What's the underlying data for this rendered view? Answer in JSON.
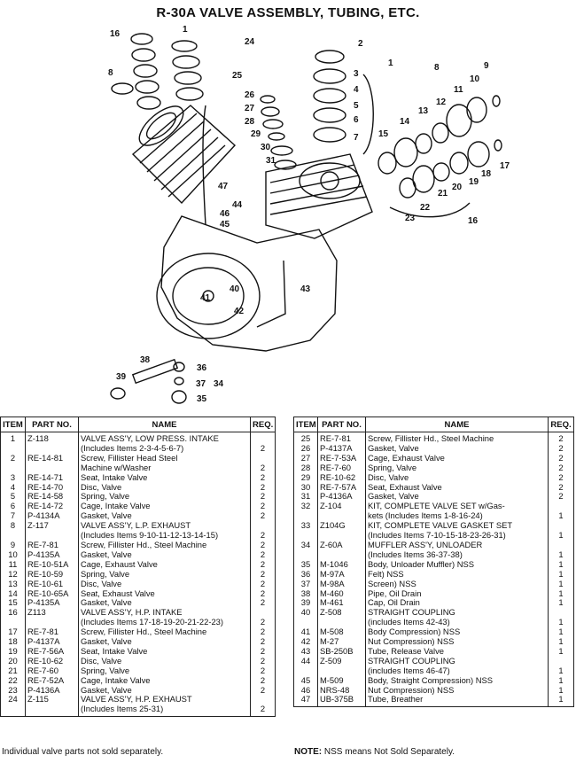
{
  "title": "R-30A VALVE ASSEMBLY, TUBING, ETC.",
  "diagram": {
    "callouts": [
      "16",
      "1",
      "24",
      "2",
      "3",
      "4",
      "5",
      "6",
      "7",
      "8",
      "25",
      "26",
      "27",
      "28",
      "29",
      "30",
      "31",
      "1",
      "8",
      "9",
      "10",
      "11",
      "12",
      "13",
      "14",
      "15",
      "17",
      "18",
      "19",
      "20",
      "21",
      "22",
      "23",
      "16",
      "47",
      "44",
      "46",
      "45",
      "43",
      "40",
      "41",
      "42",
      "38",
      "36",
      "37",
      "34",
      "35",
      "39"
    ]
  },
  "table": {
    "headers": {
      "item": "ITEM",
      "part": "PART NO.",
      "name": "NAME",
      "req": "REQ."
    },
    "left_rows": [
      [
        "1",
        "Z-118",
        "VALVE ASS'Y, LOW PRESS. INTAKE",
        ""
      ],
      [
        "",
        "",
        "(Includes Items 2-3-4-5-6-7)",
        "2"
      ],
      [
        "2",
        "RE-14-81",
        "Screw, Fillister Head Steel",
        ""
      ],
      [
        "",
        "",
        "Machine w/Washer",
        "2"
      ],
      [
        "3",
        "RE-14-71",
        "Seat, Intake Valve",
        "2"
      ],
      [
        "4",
        "RE-14-70",
        "Disc, Valve",
        "2"
      ],
      [
        "5",
        "RE-14-58",
        "Spring, Valve",
        "2"
      ],
      [
        "6",
        "RE-14-72",
        "Cage, Intake Valve",
        "2"
      ],
      [
        "7",
        "P-4134A",
        "Gasket, Valve",
        "2"
      ],
      [
        "8",
        "Z-117",
        "VALVE ASS'Y, L.P. EXHAUST",
        ""
      ],
      [
        "",
        "",
        "(Includes Items 9-10-11-12-13-14-15)",
        "2"
      ],
      [
        "9",
        "RE-7-81",
        "Screw, Fillister Hd., Steel Machine",
        "2"
      ],
      [
        "10",
        "P-4135A",
        "Gasket, Valve",
        "2"
      ],
      [
        "11",
        "RE-10-51A",
        "Cage, Exhaust Valve",
        "2"
      ],
      [
        "12",
        "RE-10-59",
        "Spring, Valve",
        "2"
      ],
      [
        "13",
        "RE-10-61",
        "Disc, Valve",
        "2"
      ],
      [
        "14",
        "RE-10-65A",
        "Seat, Exhaust Valve",
        "2"
      ],
      [
        "15",
        "P-4135A",
        "Gasket, Valve",
        "2"
      ],
      [
        "16",
        "Z113",
        "VALVE ASS'Y, H.P. INTAKE",
        ""
      ],
      [
        "",
        "",
        "(Includes Items 17-18-19-20-21-22-23)",
        "2"
      ],
      [
        "17",
        "RE-7-81",
        "Screw, Fillister Hd., Steel Machine",
        "2"
      ],
      [
        "18",
        "P-4137A",
        "Gasket, Valve",
        "2"
      ],
      [
        "19",
        "RE-7-56A",
        "Seat, Intake Valve",
        "2"
      ],
      [
        "20",
        "RE-10-62",
        "Disc, Valve",
        "2"
      ],
      [
        "21",
        "RE-7-60",
        "Spring, Valve",
        "2"
      ],
      [
        "22",
        "RE-7-52A",
        "Cage, Intake Valve",
        "2"
      ],
      [
        "23",
        "P-4136A",
        "Gasket, Valve",
        "2"
      ],
      [
        "24",
        "Z-115",
        "VALVE ASS'Y, H.P. EXHAUST",
        ""
      ],
      [
        "",
        "",
        "(Includes Items 25-31)",
        "2"
      ]
    ],
    "right_rows": [
      [
        "25",
        "RE-7-81",
        "Screw, Fillister Hd., Steel Machine",
        "2"
      ],
      [
        "26",
        "P-4137A",
        "Gasket, Valve",
        "2"
      ],
      [
        "27",
        "RE-7-53A",
        "Cage, Exhaust Valve",
        "2"
      ],
      [
        "28",
        "RE-7-60",
        "Spring, Valve",
        "2"
      ],
      [
        "29",
        "RE-10-62",
        "Disc, Valve",
        "2"
      ],
      [
        "30",
        "RE-7-57A",
        "Seat, Exhaust Valve",
        "2"
      ],
      [
        "31",
        "P-4136A",
        "Gasket, Valve",
        "2"
      ],
      [
        "32",
        "Z-104",
        "KIT, COMPLETE VALVE SET w/Gas-",
        ""
      ],
      [
        "",
        "",
        "kets (Includes Items 1-8-16-24)",
        "1"
      ],
      [
        "33",
        "Z104G",
        "KIT, COMPLETE VALVE GASKET SET",
        ""
      ],
      [
        "",
        "",
        "(Includes Items 7-10-15-18-23-26-31)",
        "1"
      ],
      [
        "34",
        "Z-60A",
        "MUFFLER ASS'Y, UNLOADER",
        ""
      ],
      [
        "",
        "",
        "(Includes Items 36-37-38)",
        "1"
      ],
      [
        "35",
        "M-1046",
        "Body, Unloader Muffler) NSS",
        "1"
      ],
      [
        "36",
        "M-97A",
        "Felt) NSS",
        "1"
      ],
      [
        "37",
        "M-98A",
        "Screen) NSS",
        "1"
      ],
      [
        "38",
        "M-460",
        "Pipe, Oil Drain",
        "1"
      ],
      [
        "39",
        "M-461",
        "Cap, Oil Drain",
        "1"
      ],
      [
        "40",
        "Z-508",
        "STRAIGHT COUPLING",
        ""
      ],
      [
        "",
        "",
        "(includes Items 42-43)",
        "1"
      ],
      [
        "41",
        "M-508",
        "Body Compression) NSS",
        "1"
      ],
      [
        "42",
        "M-27",
        "Nut Compression) NSS",
        "1"
      ],
      [
        "43",
        "SB-250B",
        "Tube, Release Valve",
        "1"
      ],
      [
        "44",
        "Z-509",
        "STRAIGHT COUPLING",
        ""
      ],
      [
        "",
        "",
        "(includes Items 46-47)",
        "1"
      ],
      [
        "45",
        "M-509",
        "Body, Straight Compression) NSS",
        "1"
      ],
      [
        "46",
        "NRS-48",
        "Nut Compression) NSS",
        "1"
      ],
      [
        "47",
        "UB-375B",
        "Tube, Breather",
        "1"
      ]
    ]
  },
  "footnote_left": "Individual valve parts not sold separately.",
  "footnote_right_label": "NOTE:",
  "footnote_right_text": " NSS means Not Sold Separately."
}
